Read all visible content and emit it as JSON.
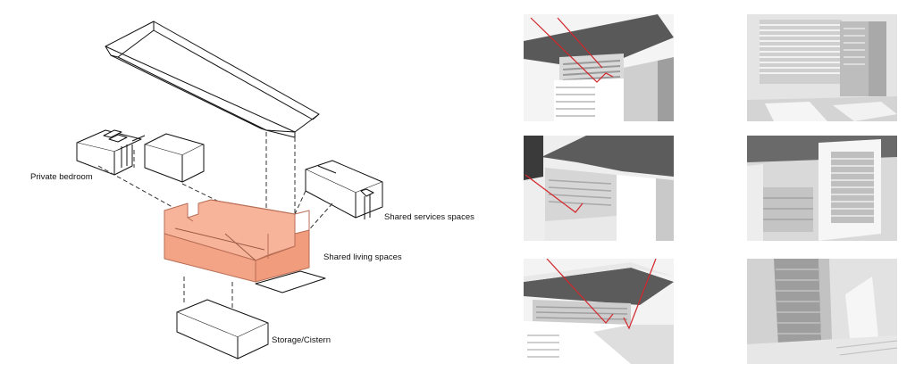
{
  "diagram": {
    "labels": {
      "private_bedroom": "Private bedroom",
      "shared_services": "Shared services spaces",
      "shared_living": "Shared living spaces",
      "storage": "Storage/Cistern"
    },
    "colors": {
      "living_fill": "#f4a98a",
      "living_stroke": "#c87a60",
      "line": "#111111",
      "sun_ray": "#d2262b"
    }
  },
  "renders": {
    "panels": [
      {
        "view": "exterior",
        "rays": "two-rays-into-upper-window"
      },
      {
        "view": "interior",
        "content": "louvered-window-with-sun-patches"
      },
      {
        "view": "exterior",
        "rays": "one-ray-into-side-window"
      },
      {
        "view": "interior",
        "content": "window-box-projection"
      },
      {
        "view": "exterior",
        "rays": "two-rays-under-roof"
      },
      {
        "view": "interior",
        "content": "vertical-louver-screen"
      }
    ]
  }
}
